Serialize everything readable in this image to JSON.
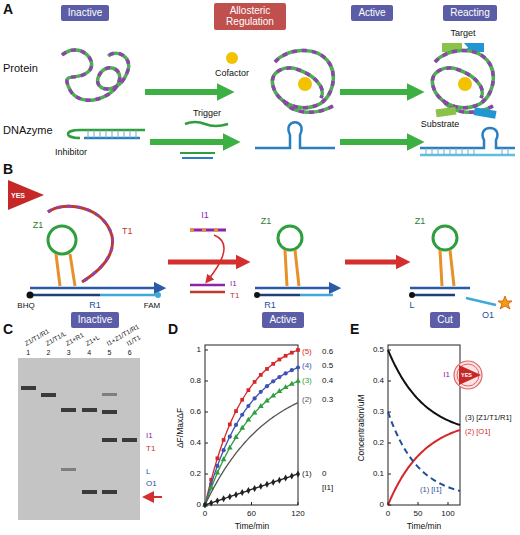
{
  "diagram": {
    "nodes": [
      {
        "text": [
          "Inactive"
        ]
      },
      {
        "text": [
          "Allosteric Regulation"
        ]
      },
      {
        "text": [
          "Active"
        ]
      },
      {
        "text": [
          "Reacting"
        ]
      },
      {
        "text": [
          "YES"
        ]
      },
      {
        "text": [
          "Inactive"
        ]
      },
      {
        "text": [
          "Active"
        ]
      },
      {
        "text": [
          "Cut"
        ]
      },
      {
        "text": [
          "YES"
        ]
      }
    ],
    "labels": [
      "A",
      "Protein",
      "DNAzyme",
      "Cofactor",
      "Target",
      "Inhibitor",
      "Trigger",
      "Substrate",
      "B",
      "Z1",
      "T1",
      "BHQ",
      "R1",
      "FAM",
      "I1",
      "I1",
      "T1",
      "Z1",
      "R1",
      "Z1",
      "L",
      "O1",
      "C",
      "Z1/T1/R1",
      "Z1/T1/L",
      "Z1+R1",
      "Z1+L",
      "I1+Z1/T1/R1",
      "I1/T1",
      "1",
      "2",
      "3",
      "4",
      "5",
      "6",
      "I1",
      "T1",
      "L",
      "O1",
      "D",
      "1",
      "0.8",
      "0.6",
      "0.4",
      "0.2",
      "0",
      "0",
      "60",
      "120",
      "ΔF/MaxΔF",
      "Time/min",
      "(5)",
      "0.6",
      "(4)",
      "0.5",
      "(3)",
      "0.4",
      "(2)",
      "0.3",
      "(1)",
      "0",
      "[I1]",
      "E",
      "0.5",
      "0.4",
      "0.3",
      "0.2",
      "0.1",
      "0",
      "0",
      "50",
      "100",
      "Concentration/uM",
      "Time/min",
      "(3) [Z1/T1/R1]",
      "(2) [O1]",
      "(1) [I1]",
      "I1"
    ]
  }
}
